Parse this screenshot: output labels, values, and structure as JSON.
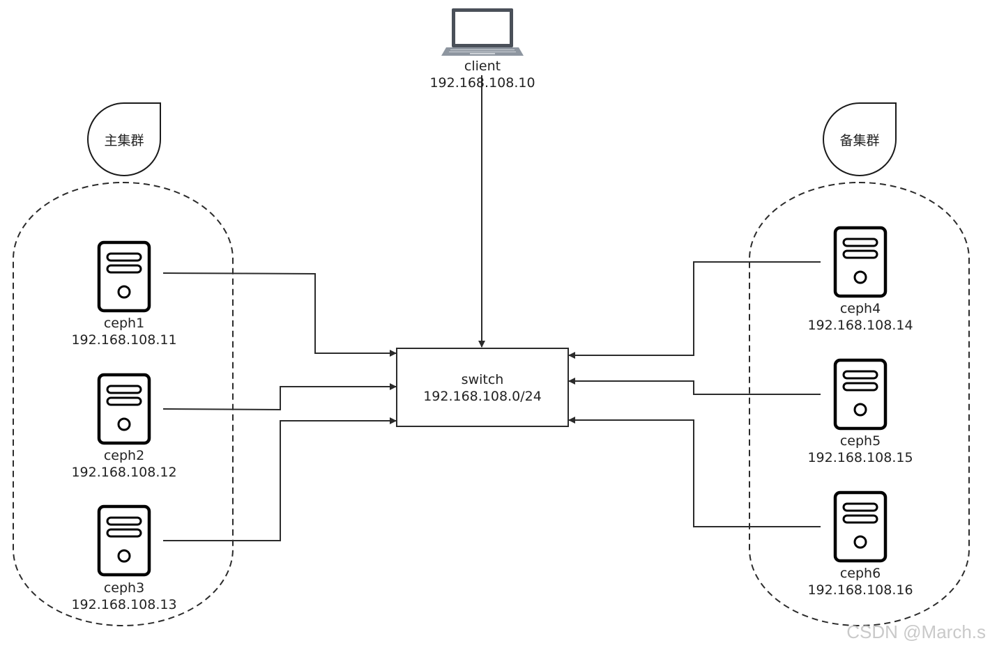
{
  "client": {
    "name": "client",
    "ip": "192.168.108.10",
    "icon": "laptop-icon"
  },
  "switch": {
    "name": "switch",
    "subnet": "192.168.108.0/24"
  },
  "clusters": {
    "primary": {
      "label": "主集群"
    },
    "backup": {
      "label": "备集群"
    }
  },
  "nodes": [
    {
      "name": "ceph1",
      "ip": "192.168.108.11",
      "icon": "server-icon"
    },
    {
      "name": "ceph2",
      "ip": "192.168.108.12",
      "icon": "server-icon"
    },
    {
      "name": "ceph3",
      "ip": "192.168.108.13",
      "icon": "server-icon"
    },
    {
      "name": "ceph4",
      "ip": "192.168.108.14",
      "icon": "server-icon"
    },
    {
      "name": "ceph5",
      "ip": "192.168.108.15",
      "icon": "server-icon"
    },
    {
      "name": "ceph6",
      "ip": "192.168.108.16",
      "icon": "server-icon"
    }
  ],
  "watermark": "CSDN @March.s",
  "colors": {
    "line": "#2b2b2b",
    "laptop_screen": "#4a5059",
    "laptop_base": "#8e96a0"
  }
}
